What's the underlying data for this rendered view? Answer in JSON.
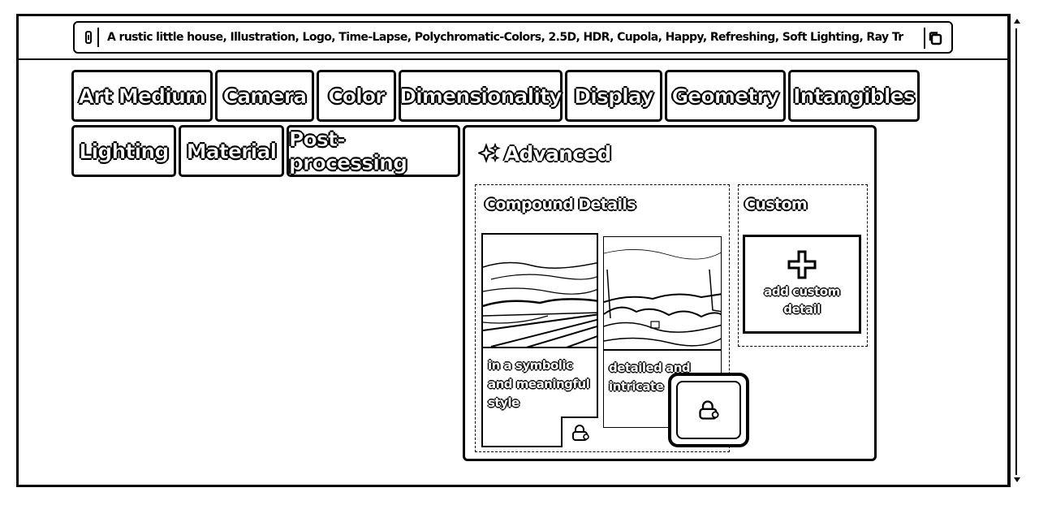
{
  "prompt": {
    "text": "A rustic little house, Illustration, Logo, Time-Lapse, Polychromatic-Colors, 2.5D, HDR, Cupola, Happy, Refreshing, Soft Lighting, Ray Tr"
  },
  "tabs": [
    {
      "label": "Art Medium"
    },
    {
      "label": "Camera"
    },
    {
      "label": "Color"
    },
    {
      "label": "Dimensionality"
    },
    {
      "label": "Display"
    },
    {
      "label": "Geometry"
    },
    {
      "label": "Intangibles"
    },
    {
      "label": "Lighting"
    },
    {
      "label": "Material"
    },
    {
      "label": "Post-processing"
    }
  ],
  "advanced": {
    "label": "Advanced",
    "icon": "sparkle-icon",
    "compound": {
      "title": "Compound Details",
      "cards": [
        {
          "label": "in a symbolic and meaningful style",
          "icon": "lock-icon"
        },
        {
          "label": "detailed and intricate",
          "icon": "lock-icon"
        }
      ]
    },
    "custom": {
      "title": "Custom",
      "add_label": "add custom detail",
      "icon": "plus-icon"
    }
  },
  "colors": {
    "foreground": "#000000",
    "background": "#ffffff"
  }
}
